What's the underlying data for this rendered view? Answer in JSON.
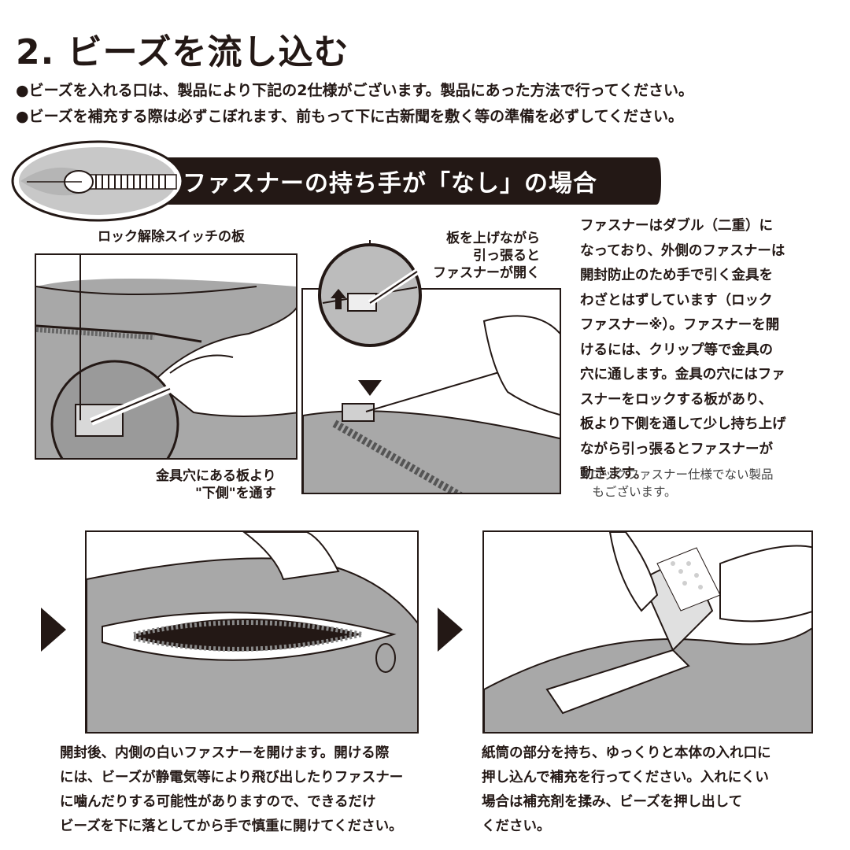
{
  "title": "2. ビーズを流し込む",
  "bullets": [
    "●ビーズを入れる口は、製品により下記の2仕様がございます。製品にあった方法で行ってください。",
    "●ビーズを補充する際は必ずこぼれます、前もって下に古新聞を敷く等の準備を必ずしてください。"
  ],
  "section_label": "ファスナーの持ち手が「なし」の場合",
  "callouts": {
    "lock_switch": "ロック解除スイッチの板",
    "lift_lines": [
      "板を上げながら",
      "引っ張ると",
      "ファスナーが開く"
    ],
    "under_lines": [
      "金具穴にある板より",
      "\"下側\"を通す"
    ]
  },
  "note": "ファスナーはダブル（二重）に\nなっており、外側のファスナーは\n開封防止のため手で引く金具を\nわざとはずしています（ロック\nファスナー※）。ファスナーを開\nけるには、クリップ等で金具の\n穴に通します。金具の穴にはファ\nスナーをロックする板があり、\n板より下側を通して少し持ち上げ\nながら引っ張るとファスナーが\n動きます。",
  "footnote": "※ロックファスナー仕様でない製品\n　もございます。",
  "captions": [
    "開封後、内側の白いファスナーを開けます。開ける際\nには、ビーズが静電気等により飛び出したりファスナー\nに噛んだりする可能性がありますので、できるだけ\nビーズを下に落としてから手で慎重に開けてください。",
    "紙筒の部分を持ち、ゆっくりと本体の入れ口に\n押し込んで補充を行ってください。入れにくい\n場合は補充剤を揉み、ビーズを押し出して\nください。"
  ],
  "colors": {
    "ink": "#231815",
    "fabric": "#a8a8a8",
    "fabric_dark": "#8c8c8c"
  }
}
